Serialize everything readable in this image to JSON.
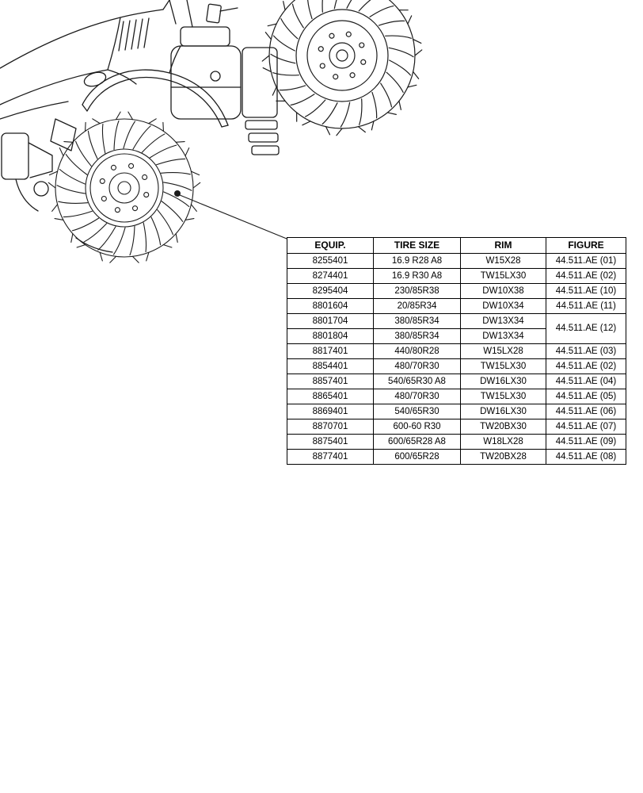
{
  "colors": {
    "line": "#1c1c1c"
  },
  "table": {
    "headers": {
      "equip": "EQUIP.",
      "tire_size": "TIRE SIZE",
      "rim": "RIM",
      "figure": "FIGURE"
    },
    "rows": [
      {
        "equip": "8255401",
        "tire": "16.9 R28 A8",
        "rim": "W15X28",
        "figure": "44.511.AE (01)"
      },
      {
        "equip": "8274401",
        "tire": "16.9 R30 A8",
        "rim": "TW15LX30",
        "figure": "44.511.AE (02)"
      },
      {
        "equip": "8295404",
        "tire": "230/85R38",
        "rim": "DW10X38",
        "figure": "44.511.AE (10)"
      },
      {
        "equip": "8801604",
        "tire": "20/85R34",
        "rim": "DW10X34",
        "figure": "44.511.AE (11)"
      },
      {
        "equip": "8801704",
        "tire": "380/85R34",
        "rim": "DW13X34",
        "figure": "44.511.AE (12)"
      },
      {
        "equip": "8801804",
        "tire": "380/85R34",
        "rim": "DW13X34"
      },
      {
        "equip": "8817401",
        "tire": "440/80R28",
        "rim": "W15LX28",
        "figure": "44.511.AE (03)"
      },
      {
        "equip": "8854401",
        "tire": "480/70R30",
        "rim": "TW15LX30",
        "figure": "44.511.AE (02)"
      },
      {
        "equip": "8857401",
        "tire": "540/65R30 A8",
        "rim": "DW16LX30",
        "figure": "44.511.AE (04)"
      },
      {
        "equip": "8865401",
        "tire": "480/70R30",
        "rim": "TW15LX30",
        "figure": "44.511.AE (05)"
      },
      {
        "equip": "8869401",
        "tire": "540/65R30",
        "rim": "DW16LX30",
        "figure": "44.511.AE (06)"
      },
      {
        "equip": "8870701",
        "tire": "600-60 R30",
        "rim": "TW20BX30",
        "figure": "44.511.AE (07)"
      },
      {
        "equip": "8875401",
        "tire": "600/65R28 A8",
        "rim": "W18LX28",
        "figure": "44.511.AE (09)"
      },
      {
        "equip": "8877401",
        "tire": "600/65R28",
        "rim": "TW20BX28",
        "figure": "44.511.AE (08)"
      }
    ]
  }
}
